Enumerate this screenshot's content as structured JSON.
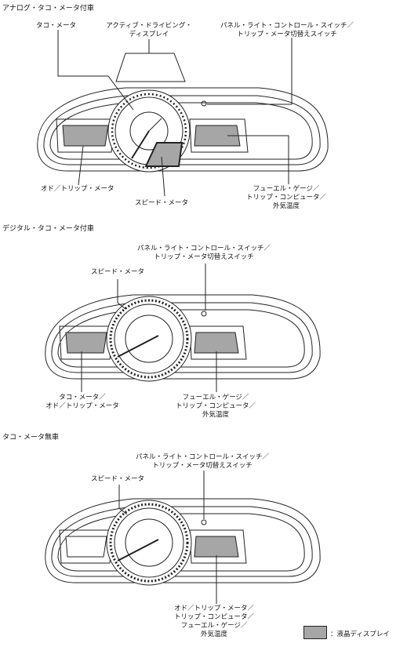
{
  "sections": [
    {
      "title": "アナログ・タコ・メータ付車",
      "labels": {
        "tacho": "タコ・メータ",
        "active_display_1": "アクティブ・ドライビング・",
        "active_display_2": "ディスプレイ",
        "panel_switch_1": "パネル・ライト・コントロール・スイッチ／",
        "panel_switch_2": "トリップ・メータ切替えスイッチ",
        "odo": "オド／トリップ・メータ",
        "speed": "スピード・メータ",
        "fuel_1": "フューエル・ゲージ／",
        "fuel_2": "トリップ・コンピュータ／",
        "fuel_3": "外気温度"
      }
    },
    {
      "title": "デジタル・タコ・メータ付車",
      "labels": {
        "panel_switch_1": "パネル・ライト・コントロール・スイッチ／",
        "panel_switch_2": "トリップ・メータ切替えスイッチ",
        "speed": "スピード・メータ",
        "tacho_odo_1": "タコ・メータ／",
        "tacho_odo_2": "オド／トリップ・メータ",
        "fuel_1": "フューエル・ゲージ／",
        "fuel_2": "トリップ・コンピュータ／",
        "fuel_3": "外気温度"
      }
    },
    {
      "title": "タコ・メータ無車",
      "labels": {
        "panel_switch_1": "パネル・ライト・コントロール・スイッチ／",
        "panel_switch_2": "トリップ・メータ切替えスイッチ",
        "speed": "スピード・メータ",
        "combo_1": "オド／トリップ・メータ／",
        "combo_2": "トリップ・コンピュータ／",
        "combo_3": "フューエル・ゲージ／",
        "combo_4": "外気温度"
      }
    }
  ],
  "legend": {
    "label": "：液晶ディスプレイ",
    "color": "#a6a6a6"
  },
  "colors": {
    "lcd": "#a6a6a6",
    "line": "#222222"
  }
}
